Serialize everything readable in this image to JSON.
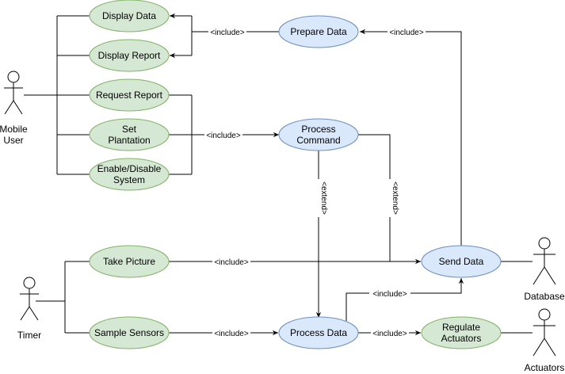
{
  "actors": {
    "mobile_user": {
      "label_line1": "Mobile",
      "label_line2": "User"
    },
    "timer": {
      "label": "Timer"
    },
    "database": {
      "label": "Database"
    },
    "actuators": {
      "label": "Actuators"
    }
  },
  "use_cases": {
    "display_data": {
      "label": "Display Data",
      "color": "#d5e8d4"
    },
    "display_report": {
      "label": "Display Report",
      "color": "#d5e8d4"
    },
    "request_report": {
      "label": "Request Report",
      "color": "#d5e8d4"
    },
    "set_plantation": {
      "label_line1": "Set",
      "label_line2": "Plantation",
      "color": "#d5e8d4"
    },
    "enable_disable": {
      "label_line1": "Enable/Disable",
      "label_line2": "System",
      "color": "#d5e8d4"
    },
    "take_picture": {
      "label": "Take Picture",
      "color": "#d5e8d4"
    },
    "sample_sensors": {
      "label": "Sample Sensors",
      "color": "#d5e8d4"
    },
    "regulate_actuators": {
      "label_line1": "Regulate",
      "label_line2": "Actuators",
      "color": "#d5e8d4"
    },
    "prepare_data": {
      "label": "Prepare Data",
      "color": "#dae8fc"
    },
    "process_command": {
      "label_line1": "Process",
      "label_line2": "Command",
      "color": "#dae8fc"
    },
    "send_data": {
      "label": "Send Data",
      "color": "#dae8fc"
    },
    "process_data": {
      "label": "Process Data",
      "color": "#dae8fc"
    }
  },
  "edges": {
    "prepare_to_display": "<include>",
    "send_to_prepare": "<include>",
    "user_to_process_command": "<include>",
    "process_command_extend_1": "<extend>",
    "process_command_extend_2": "<extend>",
    "take_picture_to_send": "<include>",
    "process_data_to_send": "<include>",
    "sample_to_process": "<include>",
    "process_to_regulate": "<include>"
  }
}
